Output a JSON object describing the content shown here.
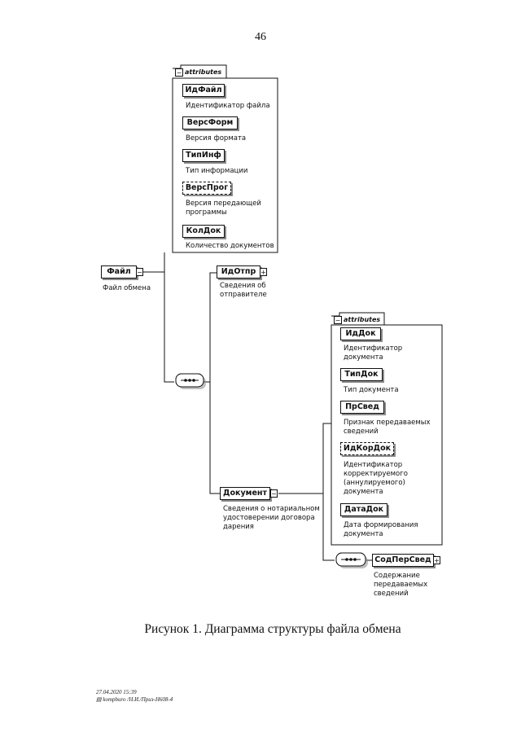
{
  "page_number": "46",
  "caption": "Рисунок 1. Диаграмма структуры файла обмена",
  "footer": {
    "timestamp": "27.04.2020 15:39",
    "source": "kompburo /Н.И./Приз-Н608-4"
  },
  "colors": {
    "ink": "#111111",
    "shadow": "#8a8a8a",
    "paper": "#ffffff"
  },
  "icons": {
    "collapse": "minus-box-icon",
    "expand": "plus-box-icon",
    "sequence": "sequence-compositor-icon"
  },
  "root": {
    "name": "Файл",
    "desc": "Файл обмена"
  },
  "attributes_label": "attributes",
  "file_attributes": [
    {
      "name": "ИдФайл",
      "desc": "Идентификатор файла",
      "optional": false
    },
    {
      "name": "ВерсФорм",
      "desc": "Версия формата",
      "optional": false
    },
    {
      "name": "ТипИнф",
      "desc": "Тип информации",
      "optional": false
    },
    {
      "name": "ВерсПрог",
      "desc": "Версия передающей программы",
      "optional": true
    },
    {
      "name": "КолДок",
      "desc": "Количество документов",
      "optional": false
    }
  ],
  "sender": {
    "name": "ИдОтпр",
    "desc": "Сведения об отправителе"
  },
  "document": {
    "name": "Документ",
    "desc": "Сведения о нотариальном удостоверении договора дарения"
  },
  "document_attributes": [
    {
      "name": "ИдДок",
      "desc": "Идентификатор документа",
      "optional": false
    },
    {
      "name": "ТипДок",
      "desc": "Тип документа",
      "optional": false
    },
    {
      "name": "ПрСвед",
      "desc": "Признак передаваемых сведений",
      "optional": false
    },
    {
      "name": "ИдКорДок",
      "desc": "Идентификатор корректируемого (аннулируемого) документа",
      "optional": true
    },
    {
      "name": "ДатаДок",
      "desc": "Дата формирования документа",
      "optional": false
    }
  ],
  "content": {
    "name": "СодПерСвед",
    "desc": "Содержание передаваемых сведений"
  }
}
